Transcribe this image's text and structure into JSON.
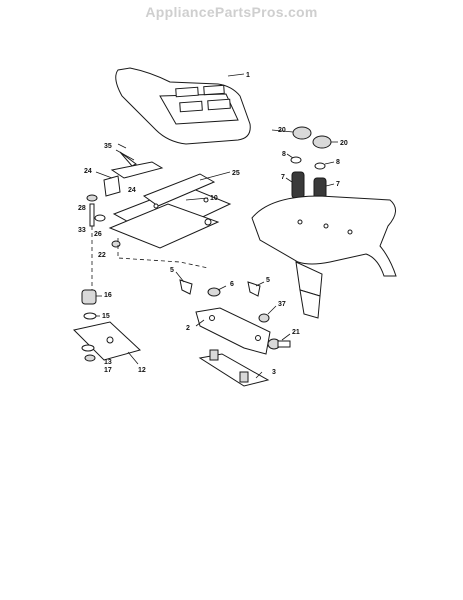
{
  "watermark": "AppliancePartsPros.com",
  "callouts": {
    "c1": "1",
    "c2": "2",
    "c3": "3",
    "c5a": "5",
    "c5b": "5",
    "c6": "6",
    "c7a": "7",
    "c7b": "7",
    "c8a": "8",
    "c8b": "8",
    "c10": "10",
    "c12": "12",
    "c13": "13",
    "c15": "15",
    "c16": "16",
    "c17": "17",
    "c20a": "20",
    "c20b": "20",
    "c21": "21",
    "c22": "22",
    "c24a": "24",
    "c24b": "24",
    "c25": "25",
    "c26": "26",
    "c28": "28",
    "c33": "33",
    "c35": "35",
    "c37": "37"
  }
}
